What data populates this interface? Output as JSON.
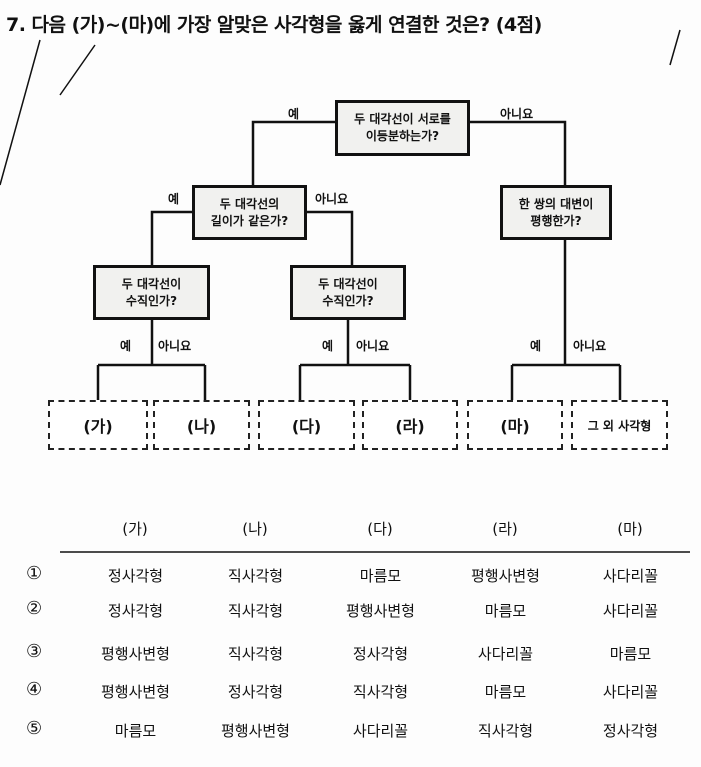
{
  "question": "7. 다음 (가)~(마)에 가장 알맞은 사각형을 옳게 연결한 것은? (4점)",
  "flowchart": {
    "root": [
      "두 대각선이 서로를",
      "이등분하는가?"
    ],
    "left": [
      "두 대각선의",
      "길이가 같은가?"
    ],
    "right": [
      "한 쌍의 대변이",
      "평행한가?"
    ],
    "left_left": [
      "두 대각선이",
      "수직인가?"
    ],
    "left_right": [
      "두 대각선이",
      "수직인가?"
    ],
    "yes": "예",
    "no": "아니요",
    "leaves": [
      "(가)",
      "(나)",
      "(다)",
      "(라)",
      "(마)",
      "그 외 사각형"
    ]
  },
  "table": {
    "headers": [
      "(가)",
      "(나)",
      "(다)",
      "(라)",
      "(마)"
    ],
    "rows": [
      {
        "num": "①",
        "cells": [
          "정사각형",
          "직사각형",
          "마름모",
          "평행사변형",
          "사다리꼴"
        ]
      },
      {
        "num": "②",
        "cells": [
          "정사각형",
          "직사각형",
          "평행사변형",
          "마름모",
          "사다리꼴"
        ]
      },
      {
        "num": "③",
        "cells": [
          "평행사변형",
          "직사각형",
          "정사각형",
          "사다리꼴",
          "마름모"
        ]
      },
      {
        "num": "④",
        "cells": [
          "평행사변형",
          "정사각형",
          "직사각형",
          "마름모",
          "사다리꼴"
        ]
      },
      {
        "num": "⑤",
        "cells": [
          "마름모",
          "평행사변형",
          "사다리꼴",
          "직사각형",
          "정사각형"
        ]
      }
    ]
  }
}
